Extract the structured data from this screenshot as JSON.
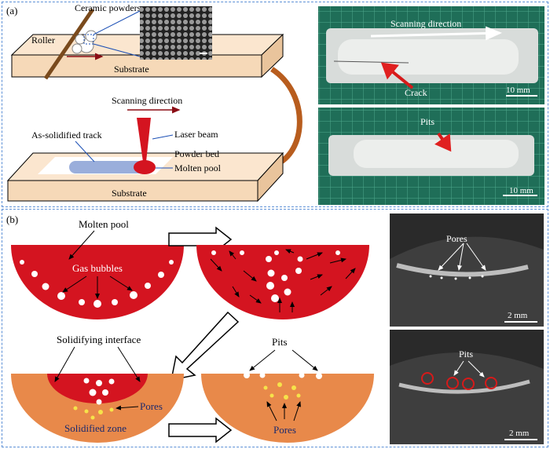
{
  "panel_a": {
    "label": "(a)",
    "ceramic_powders": "Ceramic powders",
    "roller": "Roller",
    "substrate_top": "Substrate",
    "scanning_direction": "Scanning direction",
    "laser_beam": "Laser beam",
    "as_solidified_track": "As-solidified track",
    "powder_bed": "Powder bed",
    "molten_pool": "Molten pool",
    "substrate_bottom": "Substrate",
    "photo_top": {
      "scanning_direction": "Scanning direction",
      "crack": "Crack",
      "scale": "10 mm"
    },
    "photo_bottom": {
      "pits": "Pits",
      "scale": "10 mm"
    }
  },
  "panel_b": {
    "label": "(b)",
    "molten_pool": "Molten pool",
    "gas_bubbles": "Gas bubbles",
    "solidifying_interface": "Solidifying interface",
    "pores": "Pores",
    "solidified_zone": "Solidified zone",
    "pits": "Pits",
    "pores2": "Pores",
    "sem_top": {
      "pores": "Pores",
      "scale": "2 mm"
    },
    "sem_bottom": {
      "pits": "Pits",
      "scale": "2 mm"
    }
  },
  "colors": {
    "melt": "#d41420",
    "solid": "#e8894a",
    "border": "#5b8fd6",
    "substrate": "#f6d9b8"
  }
}
